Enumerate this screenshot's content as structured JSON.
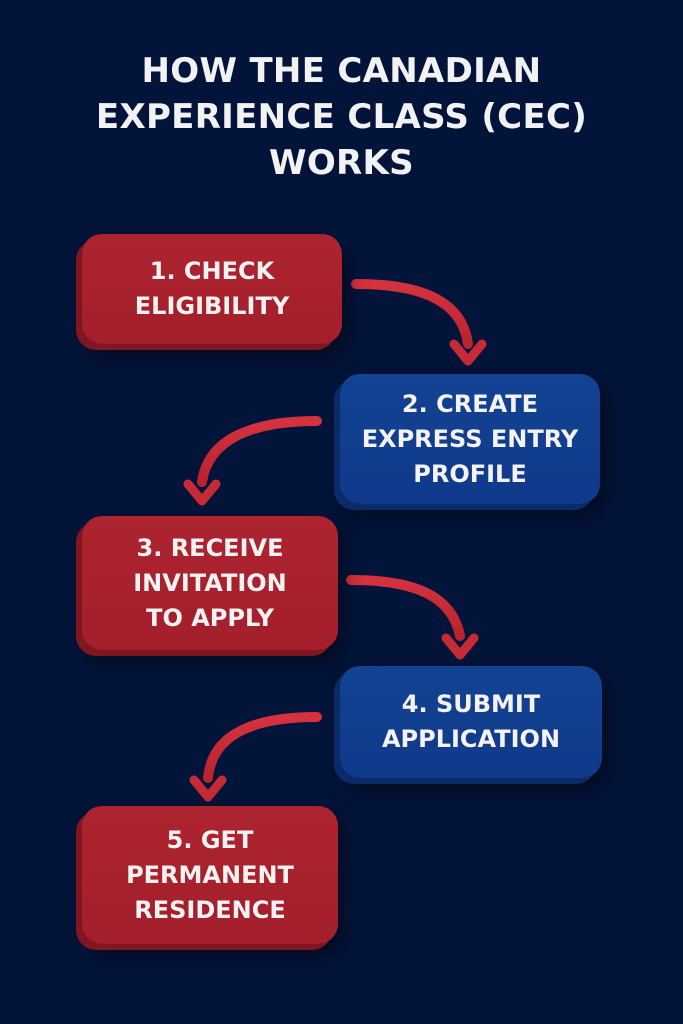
{
  "title": {
    "lines": [
      "HOW THE CANADIAN",
      "EXPERIENCE CLASS (CEC)",
      "WORKS"
    ]
  },
  "colors": {
    "background": "#03143a",
    "red_step": "#a8222e",
    "blue_step": "#12408f",
    "arrow": "#c62a35",
    "text": "#f4f2f2"
  },
  "steps": [
    {
      "number": 1,
      "color": "red",
      "lines": [
        "1. CHECK",
        "ELIGIBILITY"
      ]
    },
    {
      "number": 2,
      "color": "blue",
      "lines": [
        "2. CREATE",
        "EXPRESS ENTRY",
        "PROFILE"
      ]
    },
    {
      "number": 3,
      "color": "red",
      "lines": [
        "3. RECEIVE",
        "INVITATION",
        "TO APPLY"
      ]
    },
    {
      "number": 4,
      "color": "blue",
      "lines": [
        "4. SUBMIT",
        "APPLICATION"
      ]
    },
    {
      "number": 5,
      "color": "red",
      "lines": [
        "5. GET",
        "PERMANENT",
        "RESIDENCE"
      ]
    }
  ],
  "connectors": [
    {
      "from": 1,
      "to": 2,
      "direction": "right-to-down"
    },
    {
      "from": 2,
      "to": 3,
      "direction": "left-to-down"
    },
    {
      "from": 3,
      "to": 4,
      "direction": "right-to-down"
    },
    {
      "from": 4,
      "to": 5,
      "direction": "left-to-down"
    }
  ]
}
